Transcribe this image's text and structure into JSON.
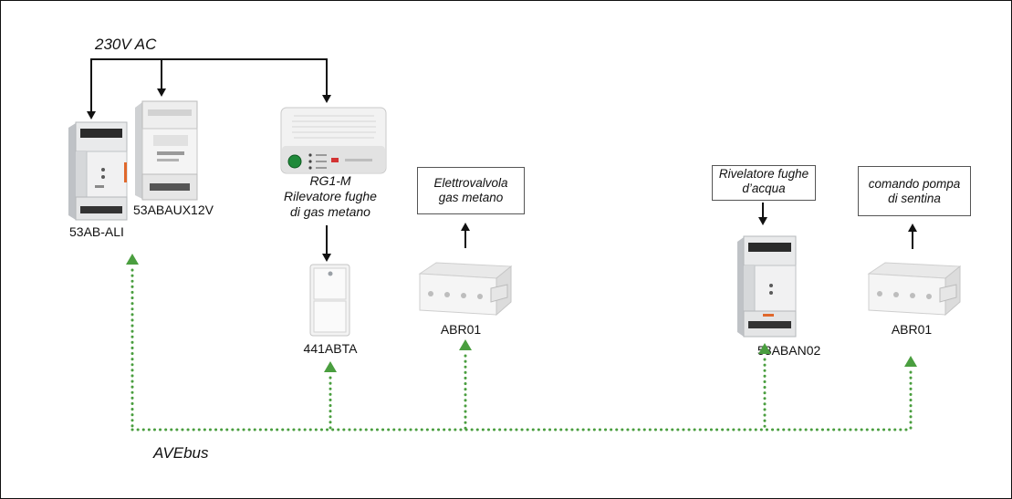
{
  "power": {
    "label": "230V AC"
  },
  "bus": {
    "label": "AVEbus",
    "color": "#4a9e3f"
  },
  "devices": {
    "ali": {
      "label": "53AB-ALI"
    },
    "aux": {
      "label": "53ABAUX12V"
    },
    "rg1m": {
      "model": "RG1-M",
      "desc_line1": "Rilevatore fughe",
      "desc_line2": "di gas metano"
    },
    "abta": {
      "label": "441ABTA"
    },
    "abr01_gas": {
      "label": "ABR01"
    },
    "aban02": {
      "label": "53ABAN02"
    },
    "abr01_pump": {
      "label": "ABR01"
    }
  },
  "outputs": {
    "valve": {
      "line1": "Elettrovalvola",
      "line2": "gas metano"
    },
    "water_detector": {
      "line1": "Rivelatore fughe",
      "line2": "d’acqua"
    },
    "pump": {
      "line1": "comando pompa",
      "line2": "di sentina"
    }
  }
}
